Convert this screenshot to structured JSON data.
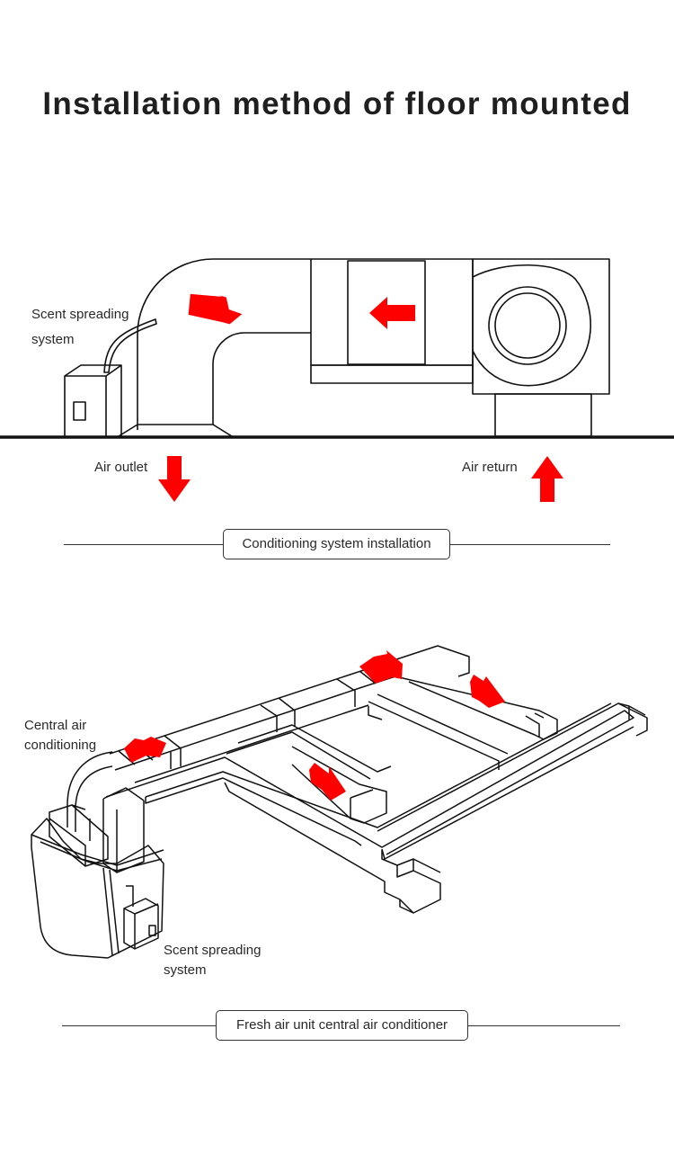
{
  "page": {
    "title": "Installation method of floor mounted"
  },
  "colors": {
    "arrow": "#ff0000",
    "line": "#111111",
    "background": "#ffffff"
  },
  "section1": {
    "labels": {
      "scent_line1": "Scent spreading",
      "scent_line2": "system",
      "air_outlet": "Air outlet",
      "air_return": "Air return"
    },
    "caption": "Conditioning system installation"
  },
  "section2": {
    "labels": {
      "central_line1": "Central air",
      "central_line2": "conditioning",
      "scent_line1": "Scent spreading",
      "scent_line2": "system"
    },
    "caption": "Fresh air unit central air conditioner"
  }
}
